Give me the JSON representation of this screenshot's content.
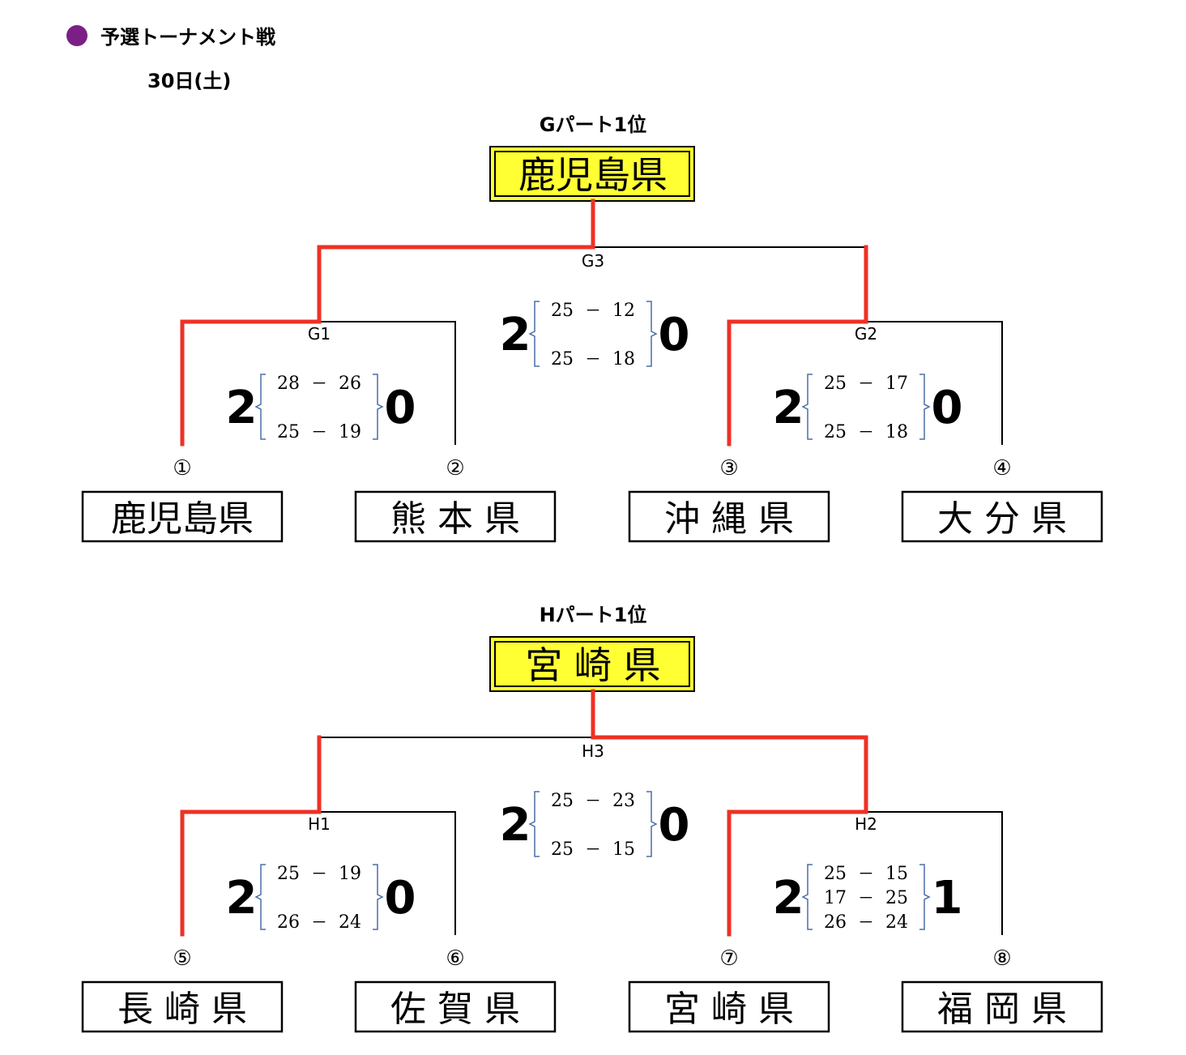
{
  "heading": "予選トーナメント戦",
  "date": "30日(土)",
  "colors": {
    "win_line": "#ee3124",
    "line": "#000000",
    "bracket": "#4a6fa5",
    "winner_box": "#ffff33",
    "bullet": "#7a1f86"
  },
  "parts": [
    {
      "winner_label": "Gパート1位",
      "winner": "鹿児島県",
      "teams": [
        {
          "num": "①",
          "name": "鹿児島県"
        },
        {
          "num": "②",
          "name": "熊 本 県"
        },
        {
          "num": "③",
          "name": "沖 縄 県"
        },
        {
          "num": "④",
          "name": "大 分 県"
        }
      ],
      "matches": [
        {
          "id": "G1",
          "winner_team": 0,
          "left_sets": "2",
          "right_sets": "0",
          "sets": [
            [
              "28",
              "26"
            ],
            [
              "25",
              "19"
            ]
          ]
        },
        {
          "id": "G2",
          "winner_team": 2,
          "left_sets": "2",
          "right_sets": "0",
          "sets": [
            [
              "25",
              "17"
            ],
            [
              "25",
              "18"
            ]
          ]
        },
        {
          "id": "G3",
          "winner_side": "left",
          "left_sets": "2",
          "right_sets": "0",
          "sets": [
            [
              "25",
              "12"
            ],
            [
              "25",
              "18"
            ]
          ]
        }
      ]
    },
    {
      "winner_label": "Hパート1位",
      "winner": "宮 崎 県",
      "teams": [
        {
          "num": "⑤",
          "name": "長 崎 県"
        },
        {
          "num": "⑥",
          "name": "佐 賀 県"
        },
        {
          "num": "⑦",
          "name": "宮 崎 県"
        },
        {
          "num": "⑧",
          "name": "福 岡 県"
        }
      ],
      "matches": [
        {
          "id": "H1",
          "winner_team": 0,
          "left_sets": "2",
          "right_sets": "0",
          "sets": [
            [
              "25",
              "19"
            ],
            [
              "26",
              "24"
            ]
          ]
        },
        {
          "id": "H2",
          "winner_team": 2,
          "left_sets": "2",
          "right_sets": "1",
          "sets": [
            [
              "25",
              "15"
            ],
            [
              "17",
              "25"
            ],
            [
              "26",
              "24"
            ]
          ]
        },
        {
          "id": "H3",
          "winner_side": "right",
          "left_sets": "2",
          "right_sets": "0",
          "sets": [
            [
              "25",
              "23"
            ],
            [
              "25",
              "15"
            ]
          ]
        }
      ]
    }
  ]
}
